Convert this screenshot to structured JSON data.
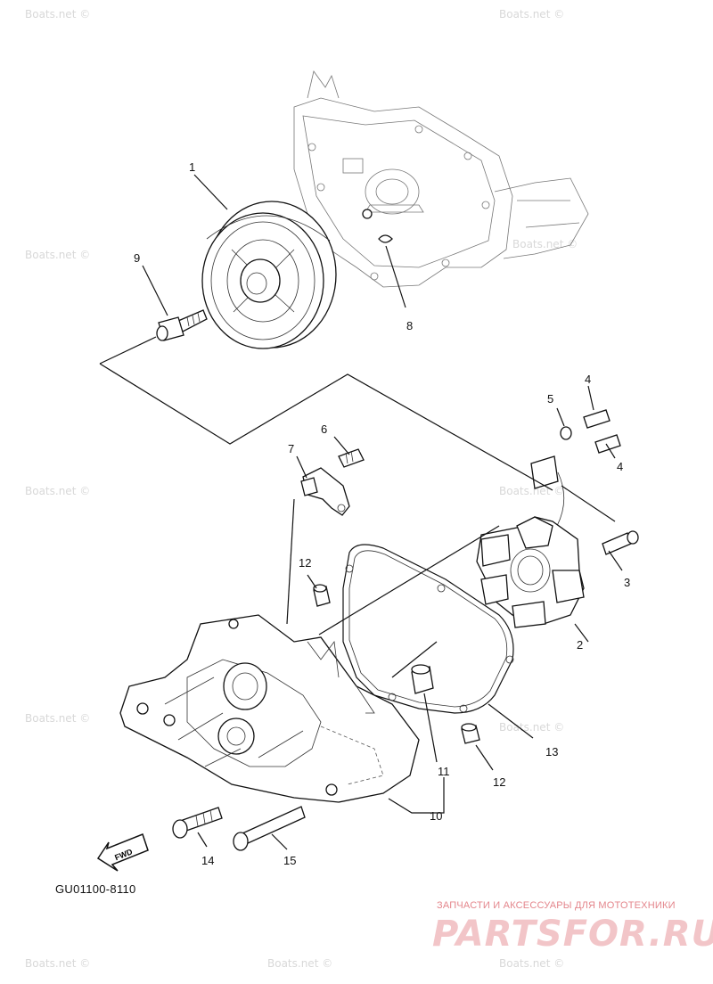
{
  "callouts": {
    "c1": "1",
    "c2": "2",
    "c3": "3",
    "c4a": "4",
    "c4b": "4",
    "c5": "5",
    "c6": "6",
    "c7": "7",
    "c8": "8",
    "c9": "9",
    "c10": "10",
    "c11": "11",
    "c12a": "12",
    "c12b": "12",
    "c13": "13",
    "c14": "14",
    "c15": "15"
  },
  "fwd_label": "FWD",
  "part_code": "GU01100-8110",
  "watermark_text": "Boats.net ©",
  "brand": {
    "tagline": "ЗАПЧАСТИ И АКСЕССУАРЫ ДЛЯ МОТОТЕХНИКИ",
    "logo_text": "PARTSFOR.RU"
  },
  "colors": {
    "line": "#111111",
    "brand_red": "#e4868c",
    "watermark": "#d8d8d8"
  }
}
